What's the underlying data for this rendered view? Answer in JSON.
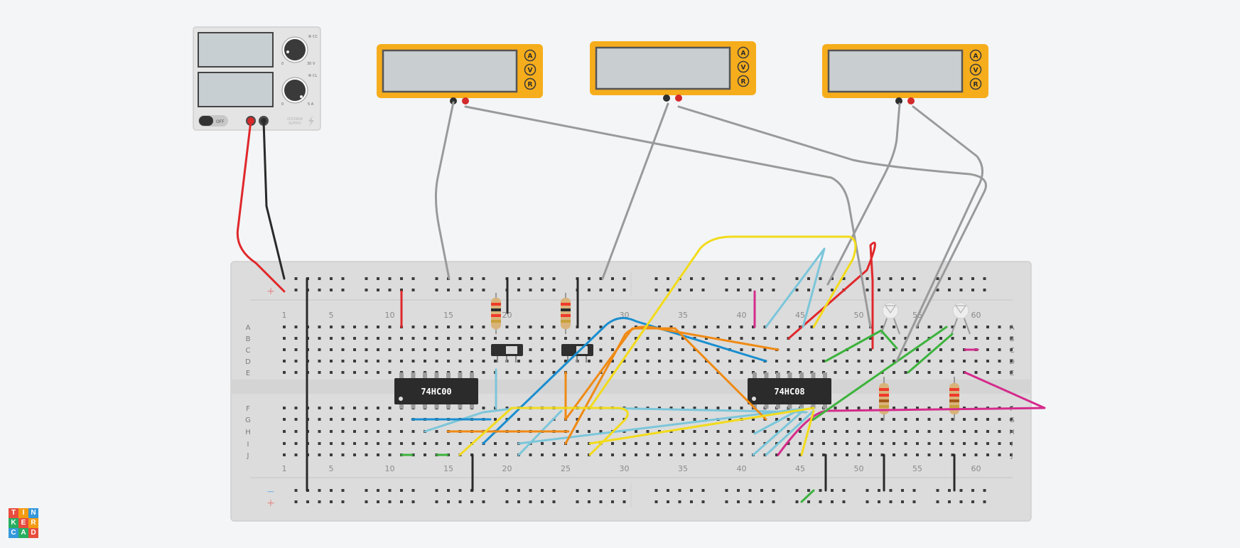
{
  "colors": {
    "background": "#f3f5f7",
    "board": "#dcdcdc",
    "board_edge": "#cfcfcf",
    "hole": "#3c3c3c",
    "rail_red": "#e58b8b",
    "rail_blue": "#7fb6e6",
    "meter_body": "#f6ad1c",
    "screen": "#c9ced1",
    "chip": "#2b2b2b",
    "wire_red": "#e0282b",
    "wire_black": "#2a2a2a",
    "wire_gray": "#9a9a9a",
    "wire_yellow": "#f2db1b",
    "wire_orange": "#ef8a15",
    "wire_blue": "#1a8ecf",
    "wire_lightblue": "#7cc6da",
    "wire_green": "#3db33d",
    "wire_magenta": "#d42b8b"
  },
  "power_supply": {
    "knob_labels": [
      "0",
      "30 V",
      "0",
      "5 A"
    ],
    "mode_labels": [
      "CC",
      "CL"
    ],
    "switch_label": "OFF",
    "brand_line1": "VOLTAGE",
    "brand_line2": "SUPPLY"
  },
  "multimeter_buttons": [
    "A",
    "V",
    "R"
  ],
  "chips": [
    {
      "label": "74HC00"
    },
    {
      "label": "74HC08"
    }
  ],
  "column_numbers": [
    "1",
    "5",
    "10",
    "15",
    "20",
    "25",
    "30",
    "35",
    "40",
    "45",
    "50",
    "55",
    "60"
  ],
  "row_letters_top": [
    "A",
    "B",
    "C",
    "D",
    "E"
  ],
  "row_letters_bottom": [
    "F",
    "G",
    "H",
    "I",
    "J"
  ],
  "rail_signs": {
    "plus": "+",
    "minus": "−"
  },
  "logo_letters": [
    "T",
    "I",
    "N",
    "K",
    "E",
    "R",
    "C",
    "A",
    "D"
  ],
  "logo_colors": [
    "#e84c3d",
    "#f39c12",
    "#3498db",
    "#27ae60",
    "#e84c3d",
    "#f39c12",
    "#3498db",
    "#27ae60",
    "#e84c3d"
  ]
}
